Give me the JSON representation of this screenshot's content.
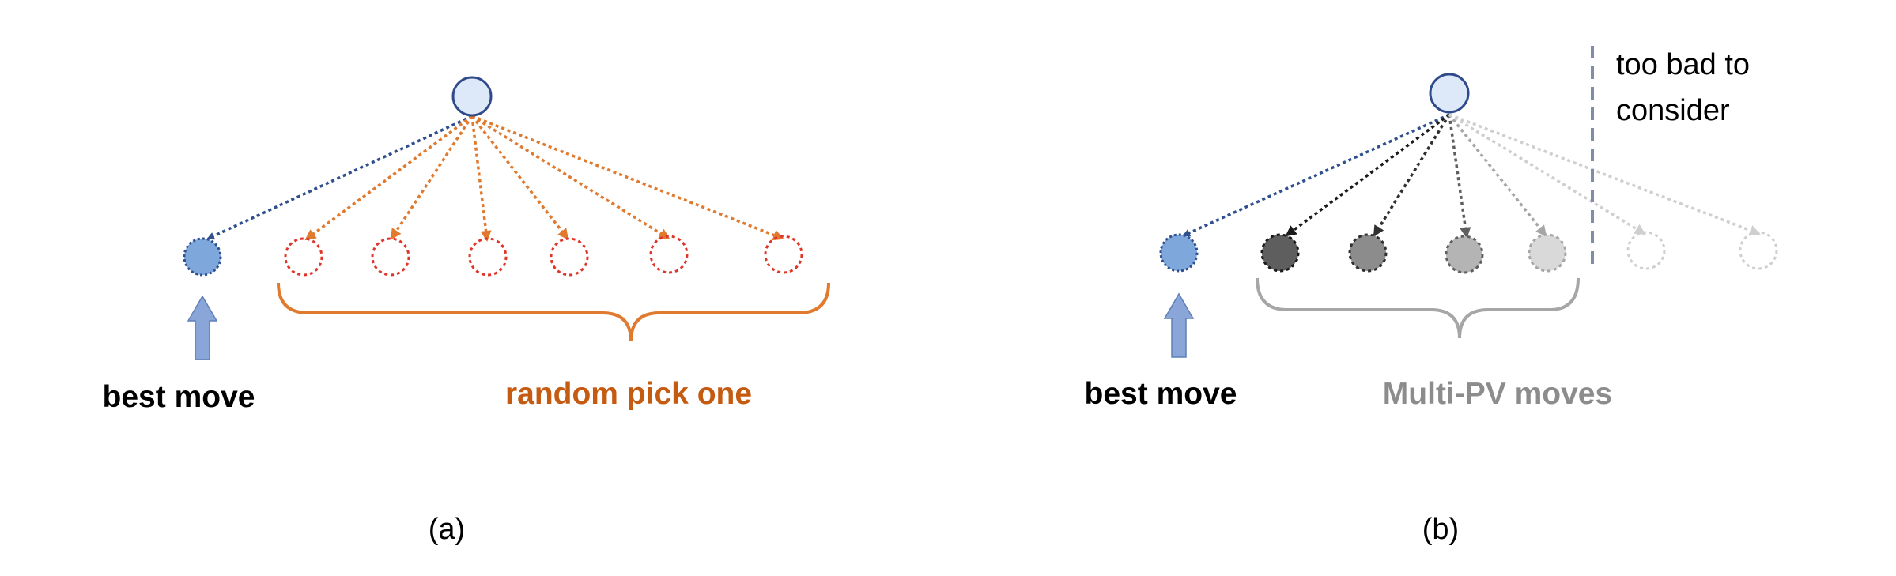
{
  "panel_a": {
    "caption": "(a)",
    "best_move_label": "best move",
    "group_label": "random pick one"
  },
  "panel_b": {
    "caption": "(b)",
    "best_move_label": "best move",
    "group_label": "Multi-PV moves",
    "cutoff_label_line1": "too bad to",
    "cutoff_label_line2": "consider"
  },
  "colors": {
    "root_fill": "#dde9f8",
    "root_stroke": "#2f4a8a",
    "best_fill": "#7ea8dc",
    "best_edge": "#2f4f8f",
    "random_edge": "#e07a2e",
    "random_node": "#e0352b",
    "brace_orange": "#e07a2e",
    "label_orange": "#c55a11",
    "arrow_fill": "#8aa6d8",
    "gray_brace": "#a6a6a6",
    "gray_label": "#8c8c8c",
    "cutoff_line": "#7f8ea8",
    "multipv_fills": [
      "#5e5e5e",
      "#8c8c8c",
      "#b4b4b4",
      "#d9d9d9"
    ],
    "multipv_edges": [
      "#1a1a1a",
      "#303030",
      "#5f5f5f",
      "#a6a6a6"
    ],
    "rejected_edge": "#cfcfcf",
    "rejected_node": "#cfcfcf"
  }
}
